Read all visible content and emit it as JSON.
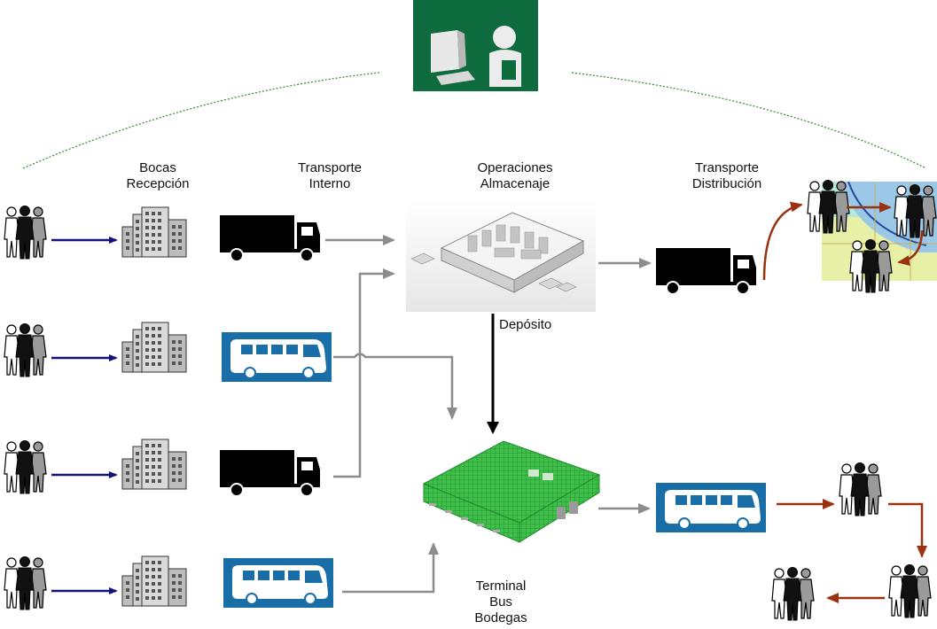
{
  "labels": {
    "bocas": [
      "Bocas",
      "Recepción"
    ],
    "transporte_interno": [
      "Transporte",
      "Interno"
    ],
    "operaciones": [
      "Operaciones",
      "Almacenaje"
    ],
    "transporte_distribucion": [
      "Transporte",
      "Distribución"
    ],
    "deposito": "Depósito",
    "terminal": [
      "Terminal",
      "Bus",
      "Bodegas"
    ]
  },
  "colors": {
    "logo_bg": "#0e6b3e",
    "reception_arrow": "#12127a",
    "flow_arrow": "#8c8c8c",
    "distribution_arrow": "#9a3210",
    "terminal_green": "#39b54a",
    "bus_panel": "#1a6ea8",
    "dotted_arc": "#2e8b2e"
  },
  "icons": {
    "logo": "computer-user-icon",
    "people": "people-group-icon",
    "building": "building-icon",
    "truck": "truck-icon",
    "bus": "bus-icon",
    "warehouse": "warehouse-icon",
    "terminal": "bus-terminal-icon",
    "map": "map-icon"
  }
}
